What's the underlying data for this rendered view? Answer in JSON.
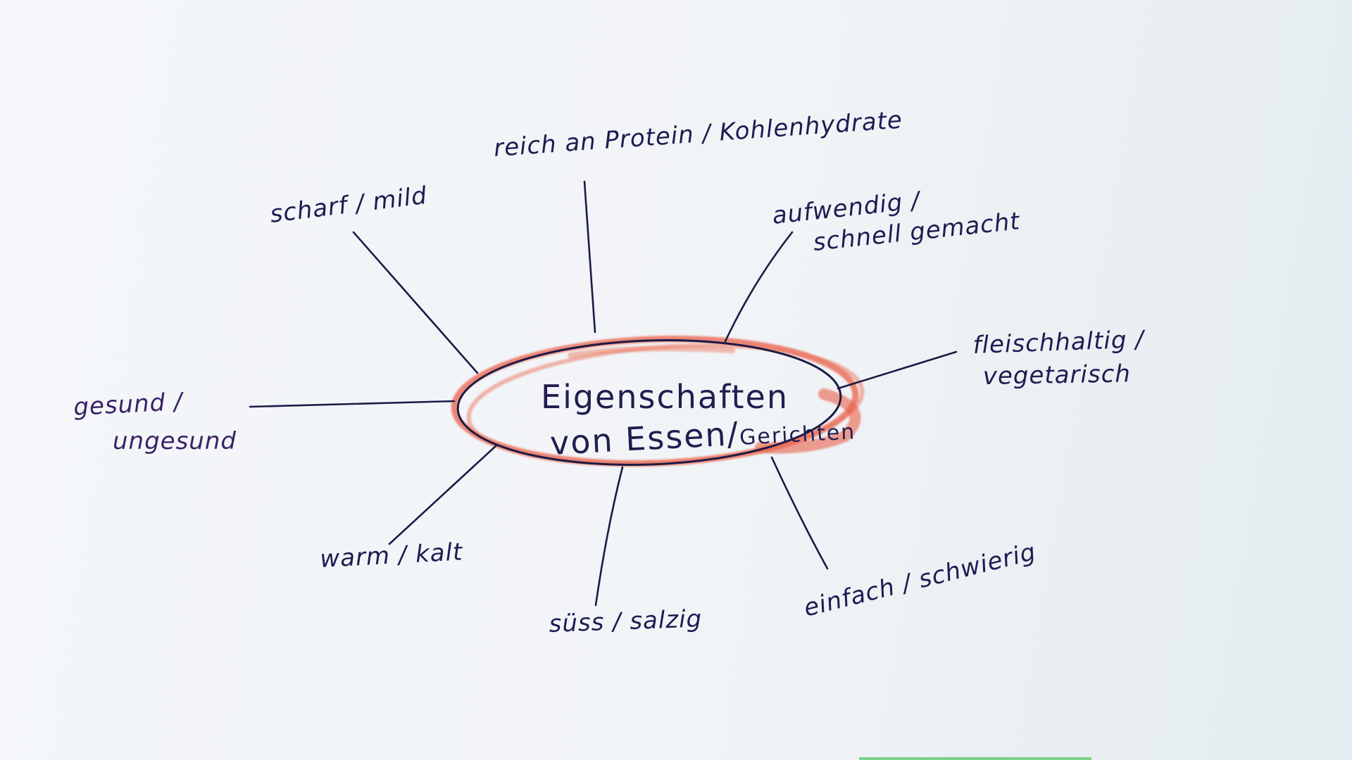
{
  "diagram": {
    "type": "mind-map",
    "center": {
      "line1": "Eigenschaften",
      "line2_main": "von Essen/",
      "line2_small": "Gerichten"
    },
    "branches": [
      {
        "id": "protein",
        "lines": [
          "reich an Protein / Kohlenhydrate"
        ]
      },
      {
        "id": "scharf",
        "lines": [
          "scharf / mild"
        ]
      },
      {
        "id": "aufwendig",
        "lines": [
          "aufwendig /",
          "schnell gemacht"
        ]
      },
      {
        "id": "fleisch",
        "lines": [
          "fleischhaltig /",
          "vegetarisch"
        ]
      },
      {
        "id": "gesund",
        "lines": [
          "gesund /",
          "ungesund"
        ]
      },
      {
        "id": "warm",
        "lines": [
          "warm / kalt"
        ]
      },
      {
        "id": "suess",
        "lines": [
          "süss / salzig"
        ]
      },
      {
        "id": "einfach",
        "lines": [
          "einfach / schwierig"
        ]
      }
    ],
    "colors": {
      "ink": "#1d1a45",
      "ink_purple": "#3a2266",
      "highlight": "#e8604a",
      "paper": "#f3f5f8"
    }
  }
}
